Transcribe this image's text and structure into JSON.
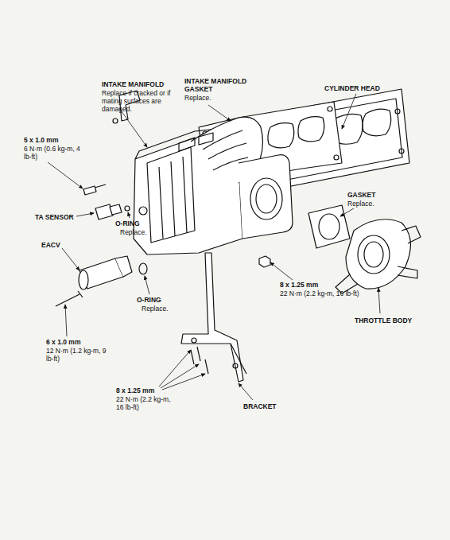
{
  "diagram": {
    "labels": [
      "INTAKE MANIFOLD",
      "Replace if cracked or if mating surfaces are damaged.",
      "INTAKE MANIFOLD GASKET",
      "Replace.",
      "CYLINDER HEAD",
      "5 x 1.0 mm",
      "6 N·m (0.6 kg-m, 4 lb-ft)",
      "TA SENSOR",
      "O-RING",
      "Replace.",
      "GASKET",
      "Replace.",
      "EACV",
      "O-RING",
      "Replace.",
      "8 x 1.25 mm",
      "22 N·m (2.2 kg-m, 16 lb-ft)",
      "THROTTLE BODY",
      "6 x 1.0 mm",
      "12 N·m (1.2 kg-m, 9 lb-ft)",
      "8 x 1.25 mm",
      "22 N·m (2.2 kg-m, 16 lb-ft)",
      "BRACKET"
    ]
  }
}
